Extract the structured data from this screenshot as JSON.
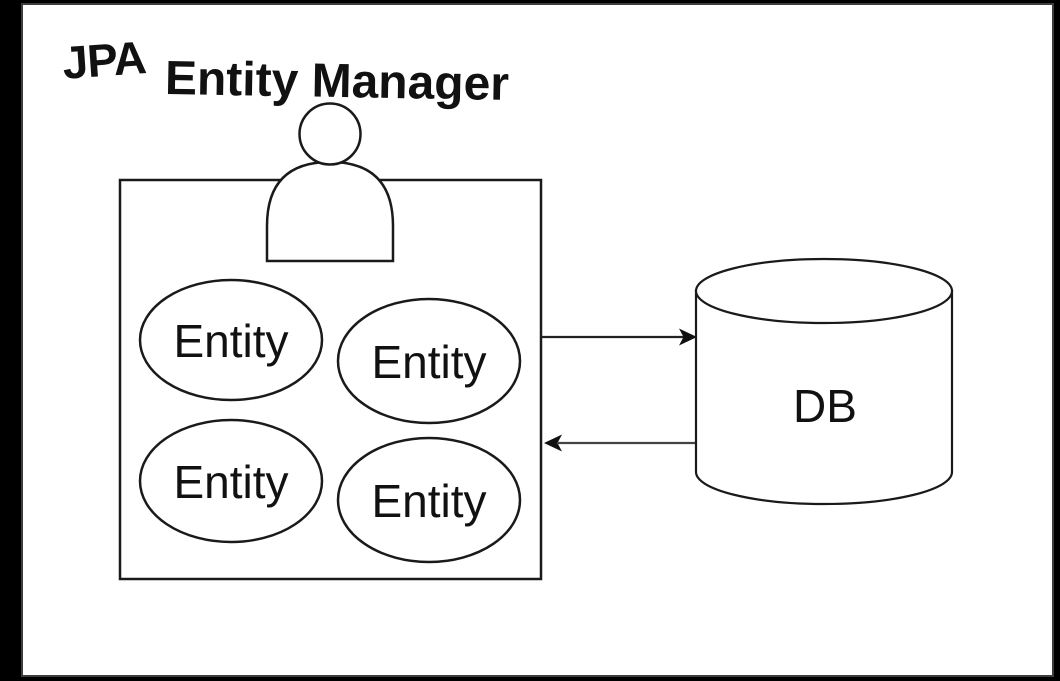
{
  "diagram": {
    "jpa_label": "JPA",
    "title": "Entity Manager",
    "entity_manager_box": {
      "entities": [
        {
          "label": "Entity"
        },
        {
          "label": "Entity"
        },
        {
          "label": "Entity"
        },
        {
          "label": "Entity"
        }
      ]
    },
    "database": {
      "label": "DB"
    },
    "arrows": [
      {
        "from": "entity-manager",
        "to": "db",
        "direction": "right"
      },
      {
        "from": "db",
        "to": "entity-manager",
        "direction": "left"
      }
    ],
    "colors": {
      "background": "#000000",
      "canvas": "#ffffff",
      "stroke": "#1a1a1a",
      "arrow": "#333333"
    }
  }
}
